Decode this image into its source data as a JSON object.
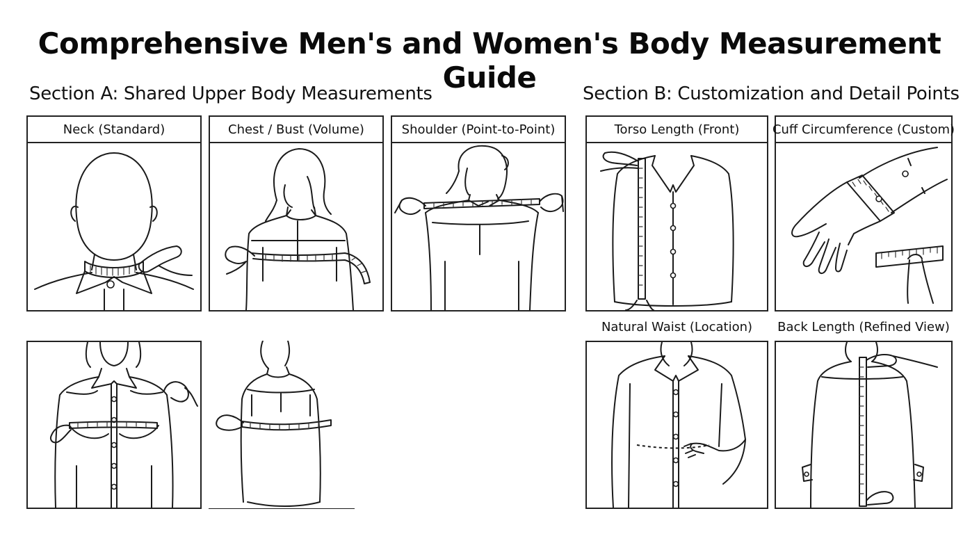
{
  "title": "Comprehensive Men's and Women's Body Measurement Guide",
  "section_a": {
    "heading": "Section A: Shared Upper Body Measurements",
    "panels": [
      {
        "label": "Neck (Standard)"
      },
      {
        "label": "Chest / Bust (Volume)"
      },
      {
        "label": "Shoulder (Point-to-Point)"
      }
    ]
  },
  "section_b": {
    "heading": "Section B: Customization and Detail Points",
    "panels": [
      {
        "label": "Torso Length (Front)"
      },
      {
        "label": "Cuff Circumference (Custom)"
      },
      {
        "label": "Natural Waist (Location)"
      },
      {
        "label": "Back Length (Refined View)"
      }
    ]
  }
}
